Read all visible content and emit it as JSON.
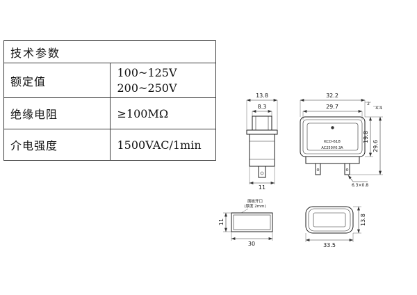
{
  "table": {
    "header": "技术参数",
    "rows": [
      {
        "label": "额定值",
        "value1": "100~125V",
        "value2": "200~250V"
      },
      {
        "label": "绝缘电阻",
        "value": "≥100MΩ"
      },
      {
        "label": "介电强度",
        "value": "1500VAC/1min"
      }
    ]
  },
  "drawings": {
    "side_view": {
      "dim_flange_width": "13.8",
      "dim_button_width": "8.3",
      "dim_body_width": "11"
    },
    "front_view": {
      "dim_outer_width": "32.2",
      "dim_inner_width": "29.7",
      "dim_lip": "2",
      "dim_flange": "4.4",
      "dim_face_height": "19.8",
      "dim_total_height": "29.6",
      "dim_terminal": "6.3×0.8",
      "model": "KCD-618",
      "rating": "AC250V0.3A"
    },
    "panel_cutout": {
      "label1": "面板开口",
      "label2": "(厚度 2mm)",
      "dim_height": "11",
      "dim_width": "30"
    },
    "top_view": {
      "dim_width": "33.5",
      "dim_height": "13.8"
    }
  }
}
